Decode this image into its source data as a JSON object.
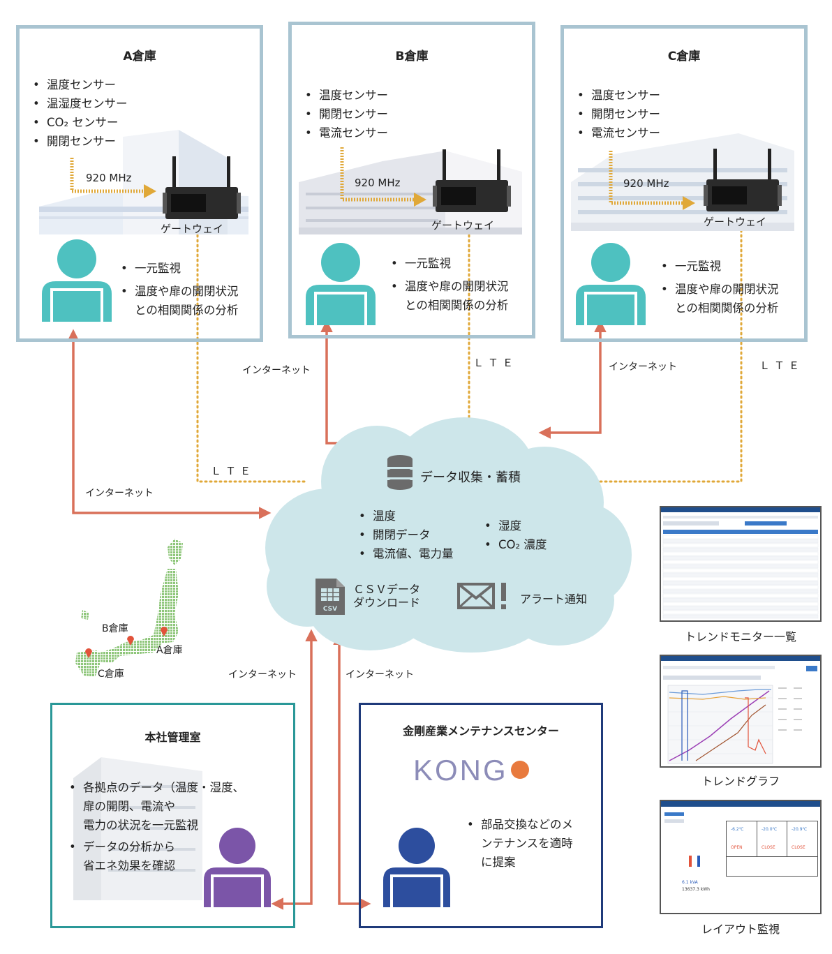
{
  "warehouses": [
    {
      "title": "A倉庫",
      "sensors": [
        "温度センサー",
        "温湿度センサー",
        "CO₂ センサー",
        "開閉センサー"
      ],
      "freq": "920 MHz",
      "gateway": "ゲートウェイ",
      "features": [
        "一元監視",
        "温度や扉の開閉状況\nとの相関関係の分析"
      ]
    },
    {
      "title": "B倉庫",
      "sensors": [
        "温度センサー",
        "開閉センサー",
        "電流センサー"
      ],
      "freq": "920 MHz",
      "gateway": "ゲートウェイ",
      "features": [
        "一元監視",
        "温度や扉の開閉状況\nとの相関関係の分析"
      ]
    },
    {
      "title": "C倉庫",
      "sensors": [
        "温度センサー",
        "開閉センサー",
        "電流センサー"
      ],
      "freq": "920 MHz",
      "gateway": "ゲートウェイ",
      "features": [
        "一元監視",
        "温度や扉の開閉状況\nとの相関関係の分析"
      ]
    }
  ],
  "links": {
    "internet": "インターネット",
    "lte": "ＬＴＥ"
  },
  "cloud": {
    "title": "データ収集・蓄積",
    "items_left": [
      "温度",
      "開閉データ",
      "電流値、電力量"
    ],
    "items_right": [
      "湿度",
      "CO₂ 濃度"
    ],
    "csv": "ＣＳＶデータ\nダウンロード",
    "csv_icon": "CSV",
    "alert": "アラート通知"
  },
  "map": {
    "labels": [
      "B倉庫",
      "A倉庫",
      "C倉庫"
    ]
  },
  "hq": {
    "title": "本社管理室",
    "items": [
      "各拠点のデータ（温度・湿度、\n扉の開閉、電流や\n電力の状況を一元監視",
      "データの分析から\n省エネ効果を確認"
    ]
  },
  "maint": {
    "title": "金剛産業メンテナンスセンター",
    "logo": "KONG",
    "items": [
      "部品交換などのメ\nンテナンスを適時\nに提案"
    ]
  },
  "screens": [
    {
      "caption": "トレンドモニター一覧"
    },
    {
      "caption": "トレンドグラフ"
    },
    {
      "caption": "レイアウト監視",
      "readouts": [
        "-6.2℃",
        "-20.0℃",
        "-20.9℃",
        "OPEN",
        "CLOSE",
        "CLOSE",
        "6.1 kVA",
        "13637.3 kWh"
      ]
    }
  ],
  "colors": {
    "frame": "#a9c4d1",
    "cloud": "#cde6ea",
    "internet": "#d9705a",
    "lte": "#e0a838",
    "person_teal": "#4ec1c0",
    "person_purple": "#7b55a8",
    "person_blue": "#2d4e9e",
    "hq_border": "#2a9898",
    "maint_border": "#1f3a7a"
  }
}
